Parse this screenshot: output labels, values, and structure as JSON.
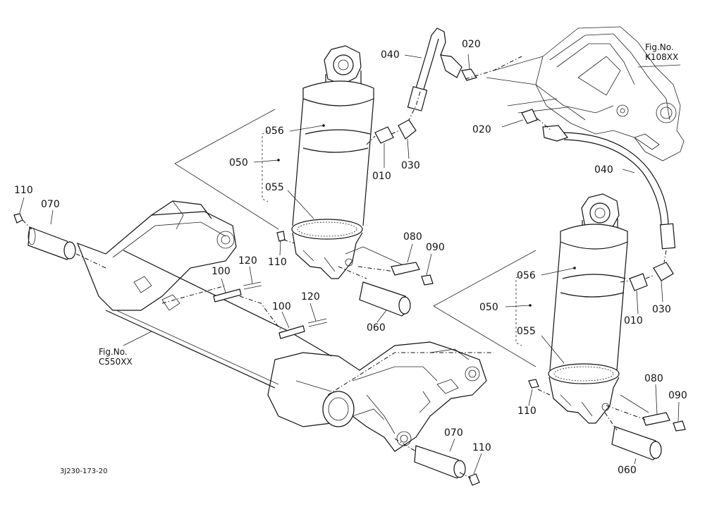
{
  "diagram": {
    "drawing_code": "3J230-173-20",
    "figure_refs": {
      "top_right": {
        "line1": "Fig.No.",
        "line2": "K108XX"
      },
      "left": {
        "line1": "Fig.No.",
        "line2": "C550XX"
      }
    },
    "labels": {
      "p040a": "040",
      "p020a": "020",
      "p020b": "020",
      "p040b": "040",
      "p056a": "056",
      "p050a": "050",
      "p010a": "010",
      "p030a": "030",
      "p055a": "055",
      "p110a": "110",
      "p070a": "070",
      "p110b": "110",
      "p080a": "080",
      "p090a": "090",
      "p100a": "100",
      "p120a": "120",
      "p100b": "100",
      "p120b": "120",
      "p060a": "060",
      "p056b": "056",
      "p050b": "050",
      "p010b": "010",
      "p030b": "030",
      "p055b": "055",
      "p080b": "080",
      "p090b": "090",
      "p110c": "110",
      "p060b": "060",
      "p070b": "070",
      "p110d": "110"
    }
  }
}
